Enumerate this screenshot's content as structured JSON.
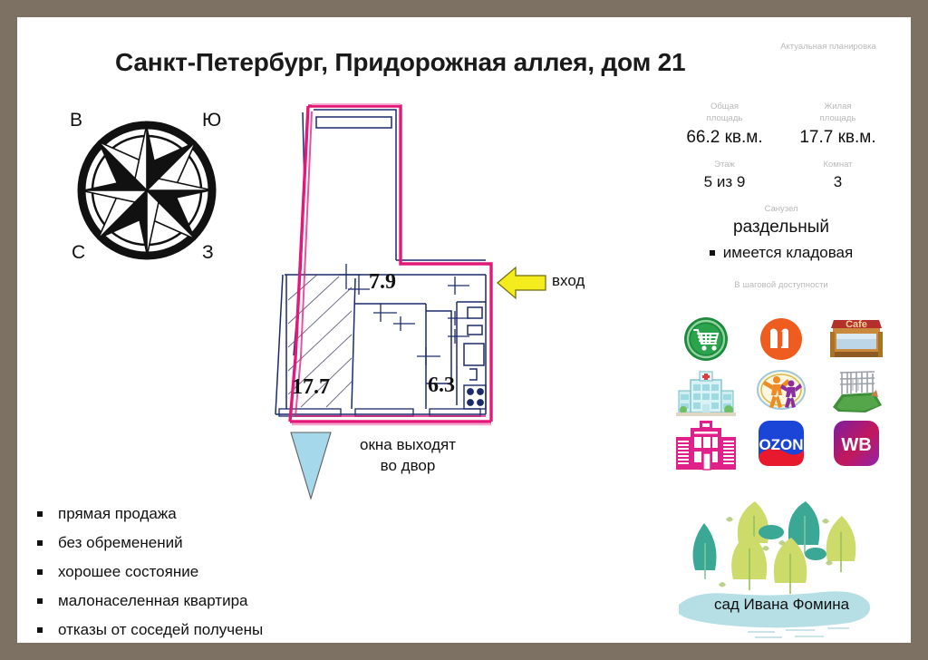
{
  "header": {
    "title": "Санкт-Петербург, Придорожная аллея, дом 21",
    "actual_plan_note": "Актуальная планировка"
  },
  "compass": {
    "north_label": "В",
    "east_label": "Ю",
    "west_label": "С",
    "south_label": "З"
  },
  "floorplan": {
    "rooms": [
      {
        "label": "7.9",
        "name": "room-hall"
      },
      {
        "label": "17.7",
        "name": "room-living"
      },
      {
        "label": "6.3",
        "name": "room-kitchen"
      }
    ],
    "entrance_label": "вход",
    "windows_note_line1": "окна выходят",
    "windows_note_line2": "во двор",
    "outline_color": "#e3197a",
    "wall_color": "#1b2a6b",
    "entrance_arrow_color": "#f5ec1d",
    "window_arrow_color": "#a5d8ea"
  },
  "stats": {
    "total_area_caption_l1": "Общая",
    "total_area_caption_l2": "площадь",
    "total_area_value": "66.2 кв.м.",
    "living_area_caption_l1": "Жилая",
    "living_area_caption_l2": "площадь",
    "living_area_value": "17.7 кв.м.",
    "floor_caption": "Этаж",
    "floor_value": "5 из 9",
    "rooms_caption": "Комнат",
    "rooms_value": "3",
    "bathroom_caption": "Санузел",
    "bathroom_value": "раздельный",
    "storage_text": "имеется кладовая"
  },
  "amenities": {
    "caption": "В шаговой доступности",
    "items": [
      {
        "name": "supermarket-icon",
        "label": "supermarket"
      },
      {
        "name": "metro-icon",
        "label": "metro"
      },
      {
        "name": "cafe-icon",
        "label": "cafe"
      },
      {
        "name": "hospital-icon",
        "label": "hospital"
      },
      {
        "name": "fitness-icon",
        "label": "fitness"
      },
      {
        "name": "playground-icon",
        "label": "playground"
      },
      {
        "name": "school-icon",
        "label": "school"
      },
      {
        "name": "ozon-icon",
        "label": "OZON"
      },
      {
        "name": "wildberries-icon",
        "label": "WB"
      }
    ],
    "ozon_text": "OZON",
    "wb_text": "WB"
  },
  "park": {
    "name": "сад Ивана Фомина"
  },
  "features": [
    "прямая продажа",
    "без обременений",
    " хорошее состояние",
    "малонаселенная квартира",
    "отказы от соседей получены"
  ],
  "colors": {
    "frame": "#7d7164",
    "magenta": "#e3197a",
    "navy": "#1b2a6b",
    "yellow": "#f5ec1d",
    "lightblue": "#a5d8ea",
    "green": "#1c8a3c",
    "orange": "#ef5c20",
    "pink": "#e0218a",
    "purple": "#a21c93",
    "ozon_blue": "#1b45d6"
  }
}
